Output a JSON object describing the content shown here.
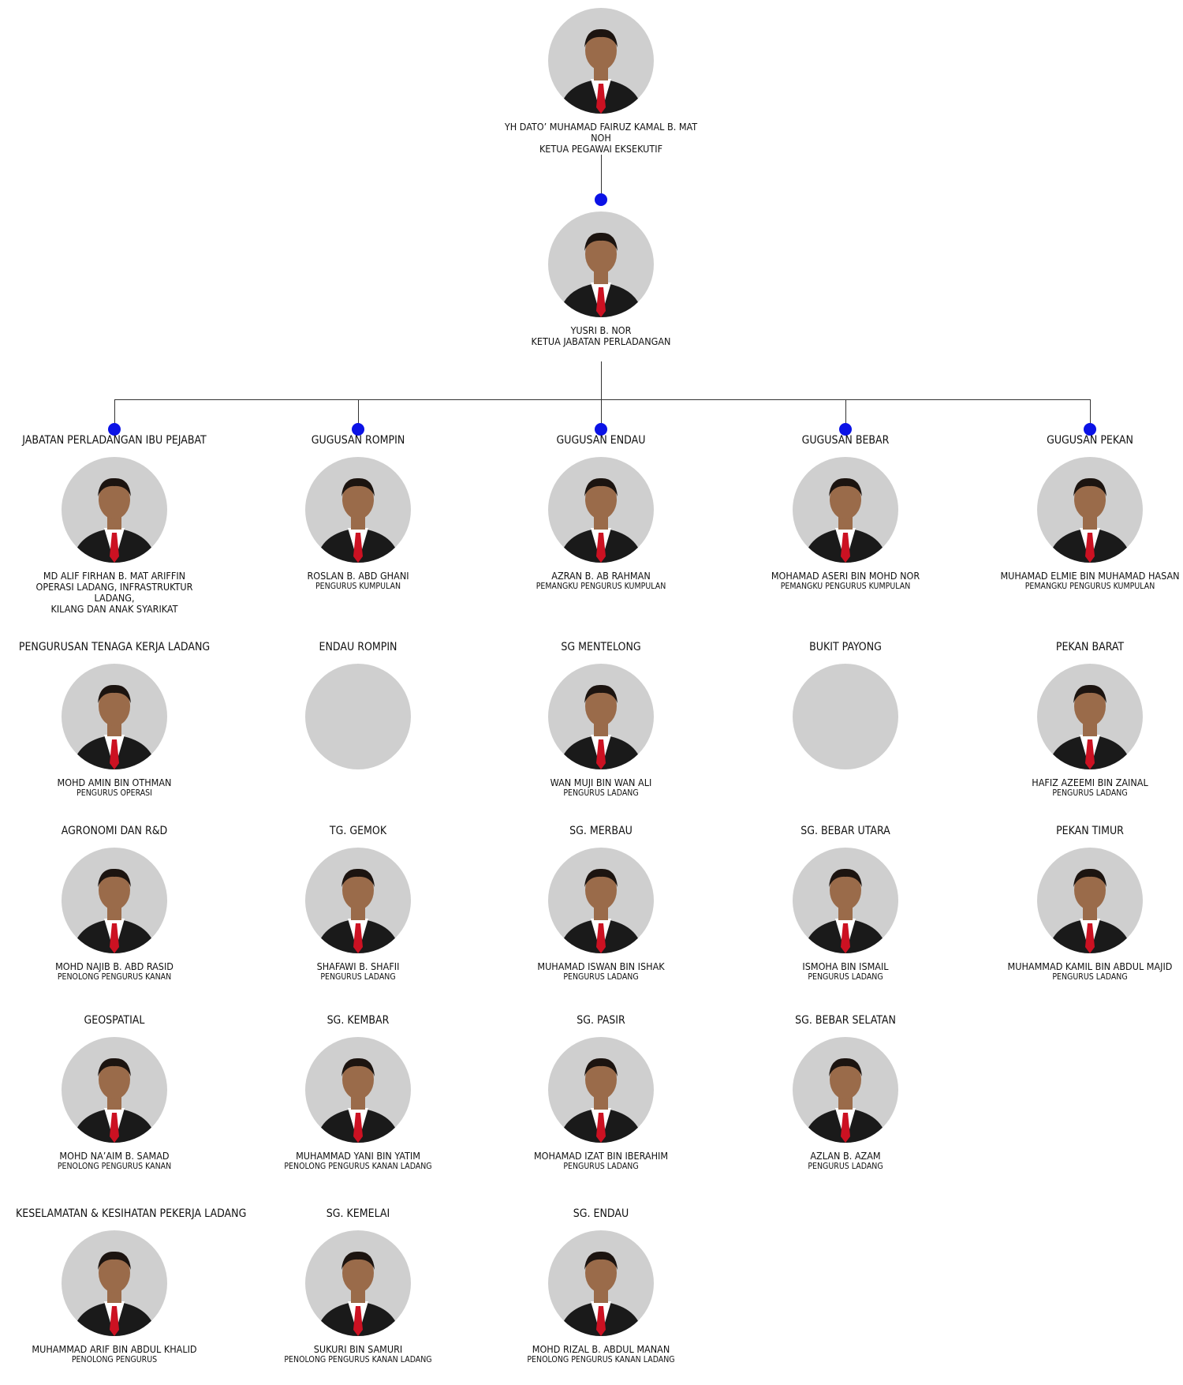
{
  "ceo": {
    "name": "YH DATO’ MUHAMAD FAIRUZ KAMAL B. MAT NOH",
    "role": "KETUA PEGAWAI EKSEKUTIF"
  },
  "head": {
    "name": "YUSRI B. NOR",
    "role": "KETUA JABATAN PERLADANGAN"
  },
  "columns": [
    {
      "title": "JABATAN PERLADANGAN IBU PEJABAT",
      "lead": {
        "name": "MD ALIF FIRHAN B. MAT ARIFFIN",
        "role": "OPERASI LADANG, INFRASTRUKTUR LADANG,",
        "role2": "KILANG DAN ANAK SYARIKAT"
      },
      "units": [
        {
          "title": "PENGURUSAN TENAGA KERJA LADANG",
          "name": "MOHD AMIN BIN OTHMAN",
          "role": "PENGURUS OPERASI"
        },
        {
          "title": "AGRONOMI DAN R&D",
          "name": "MOHD NAJIB B. ABD RASID",
          "role": "PENOLONG PENGURUS KANAN"
        },
        {
          "title": "GEOSPATIAL",
          "name": "MOHD NA’AIM B. SAMAD",
          "role": "PENOLONG PENGURUS  KANAN"
        },
        {
          "title": "KESELAMATAN & KESIHATAN PEKERJA LADANG",
          "name": "MUHAMMAD ARIF BIN ABDUL KHALID",
          "role": "PENOLONG PENGURUS"
        }
      ]
    },
    {
      "title": "GUGUSAN ROMPIN",
      "lead": {
        "name": "ROSLAN B. ABD GHANI",
        "role": "PENGURUS KUMPULAN"
      },
      "units": [
        {
          "title": "ENDAU ROMPIN",
          "name": "",
          "role": ""
        },
        {
          "title": "TG. GEMOK",
          "name": "SHAFAWI B. SHAFII",
          "role": "PENGURUS LADANG"
        },
        {
          "title": "SG. KEMBAR",
          "name": "MUHAMMAD YANI BIN YATIM",
          "role": "PENOLONG PENGURUS KANAN LADANG"
        },
        {
          "title": "SG. KEMELAI",
          "name": "SUKURI BIN SAMURI",
          "role": "PENOLONG PENGURUS KANAN LADANG"
        }
      ]
    },
    {
      "title": "GUGUSAN ENDAU",
      "lead": {
        "name": "AZRAN B. AB RAHMAN",
        "role": "PEMANGKU PENGURUS KUMPULAN"
      },
      "units": [
        {
          "title": "SG MENTELONG",
          "name": "WAN MUJI BIN WAN ALI",
          "role": "PENGURUS LADANG"
        },
        {
          "title": "SG. MERBAU",
          "name": "MUHAMAD ISWAN BIN ISHAK",
          "role": "PENGURUS LADANG"
        },
        {
          "title": "SG. PASIR",
          "name": "MOHAMAD IZAT BIN IBERAHIM",
          "role": "PENGURUS LADANG"
        },
        {
          "title": "SG. ENDAU",
          "name": "MOHD RIZAL B. ABDUL MANAN",
          "role": "PENOLONG PENGURUS KANAN LADANG"
        }
      ]
    },
    {
      "title": "GUGUSAN BEBAR",
      "lead": {
        "name": "MOHAMAD ASERI BIN MOHD NOR",
        "role": "PEMANGKU PENGURUS KUMPULAN"
      },
      "units": [
        {
          "title": "BUKIT PAYONG",
          "name": "",
          "role": ""
        },
        {
          "title": "SG. BEBAR UTARA",
          "name": "ISMOHA BIN ISMAIL",
          "role": "PENGURUS LADANG"
        },
        {
          "title": "SG. BEBAR SELATAN",
          "name": "AZLAN B. AZAM",
          "role": "PENGURUS LADANG"
        }
      ]
    },
    {
      "title": "GUGUSAN PEKAN",
      "lead": {
        "name": "MUHAMAD ELMIE BIN MUHAMAD HASAN",
        "role": "PEMANGKU PENGURUS KUMPULAN"
      },
      "units": [
        {
          "title": "PEKAN BARAT",
          "name": "HAFIZ AZEEMI BIN ZAINAL",
          "role": "PENGURUS LADANG"
        },
        {
          "title": "PEKAN TIMUR",
          "name": "MUHAMMAD KAMIL BIN ABDUL MAJID",
          "role": "PENGURUS LADANG"
        }
      ]
    }
  ],
  "colors": {
    "dot": "#0b12e6",
    "line": "#333333",
    "photo_bg": "#cfcfcf",
    "suit": "#1a1a1a",
    "shirt": "#ffffff",
    "tie": "#cc1122",
    "skin": "#9a6b4a",
    "hair": "#1c1410"
  }
}
